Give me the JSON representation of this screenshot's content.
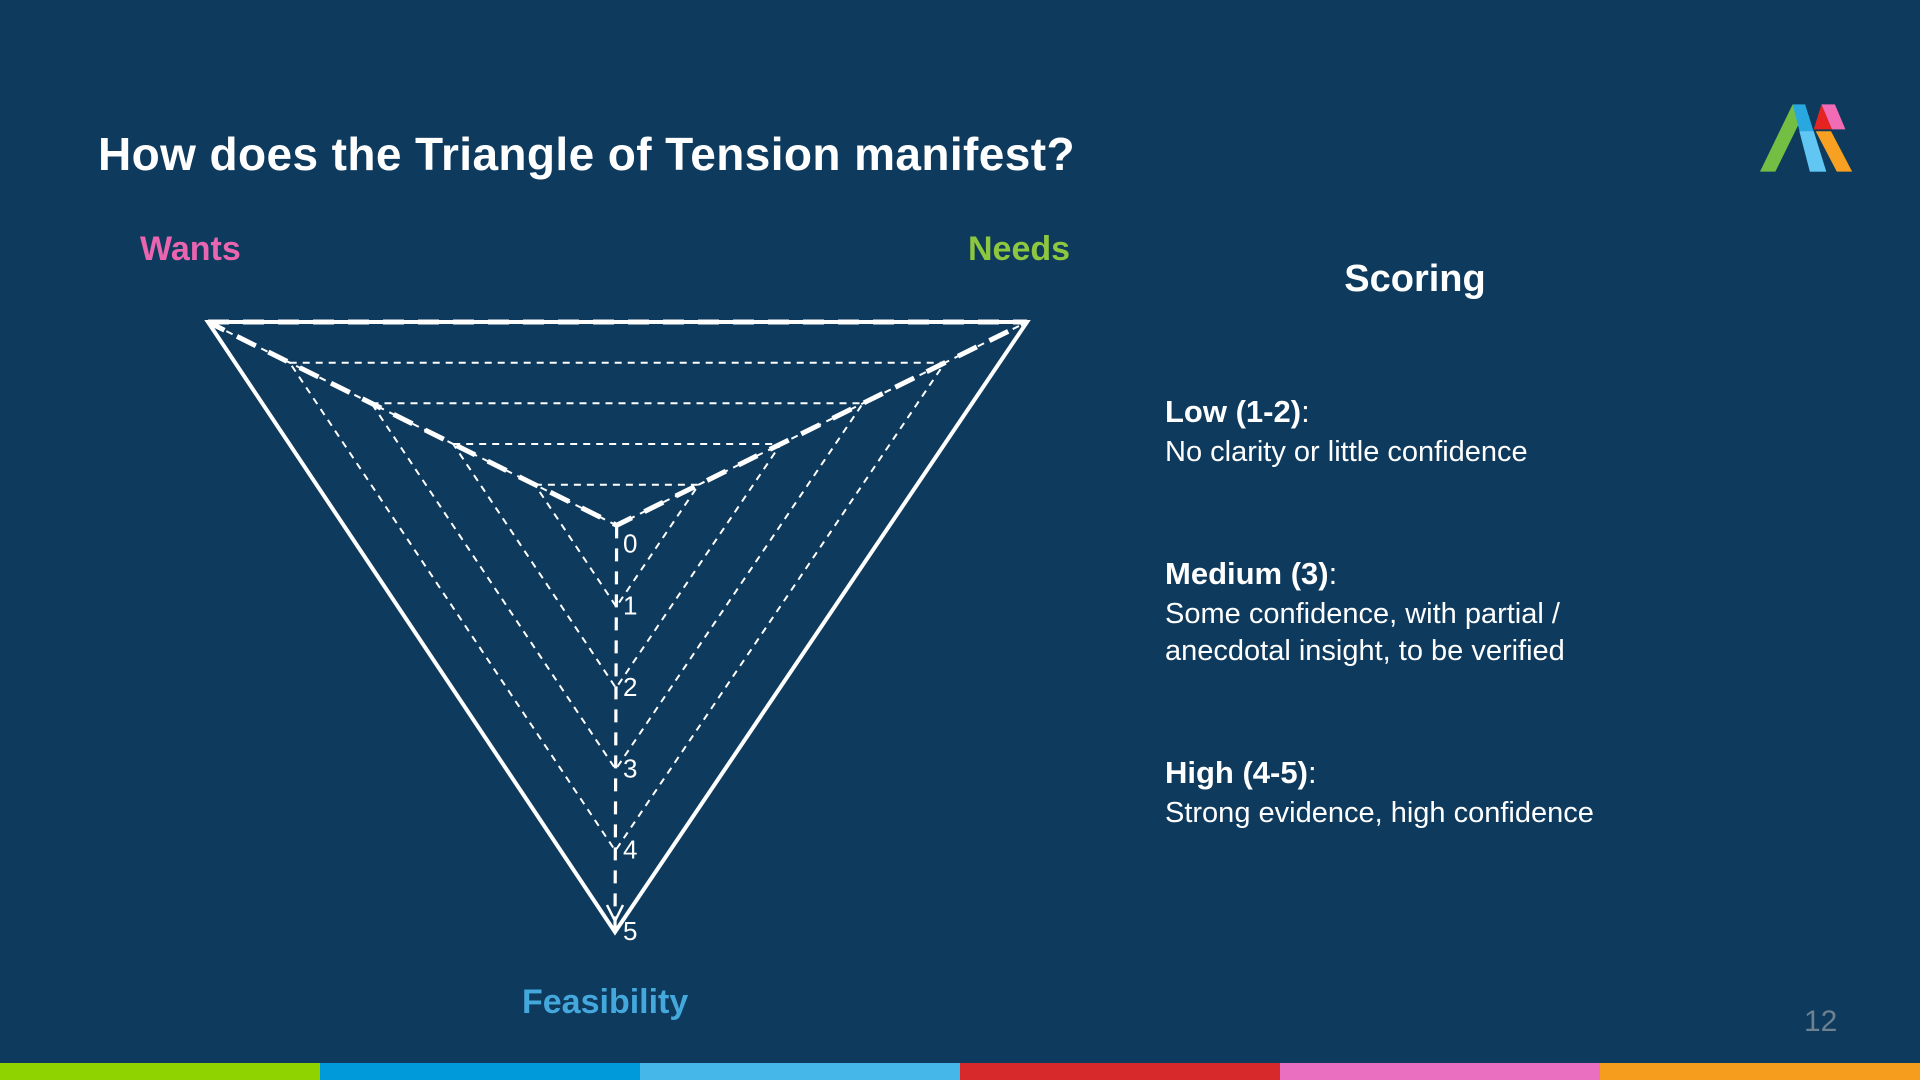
{
  "slide": {
    "title": "How does the Triangle of Tension manifest?",
    "page_number": "12",
    "background_color": "#0e3a5d"
  },
  "logo": {
    "alt": "AK logo",
    "colors": {
      "green": "#72bf44",
      "blue": "#29a8e0",
      "light_blue": "#62c6f2",
      "pink": "#f16bb5",
      "red": "#e52320",
      "orange": "#f7a021"
    }
  },
  "chart_data": {
    "type": "radar",
    "shape": "inverted-triangle",
    "axes": [
      {
        "label": "Wants",
        "color": "#ea65b0",
        "position": "top-left"
      },
      {
        "label": "Needs",
        "color": "#8dc63f",
        "position": "top-right"
      },
      {
        "label": "Feasibility",
        "color": "#44a8dd",
        "position": "bottom"
      }
    ],
    "scale_min": 0,
    "scale_max": 5,
    "ticks": [
      0,
      1,
      2,
      3,
      4,
      5
    ],
    "grid_levels": [
      1,
      2,
      3,
      4
    ],
    "grid_style": "dashed",
    "outer_style": "solid",
    "line_color": "#ffffff",
    "tick_label_color": "#ffffff",
    "series": [
      {
        "name": "tension-shape",
        "style": "bold-dashed",
        "values": [
          5,
          5,
          0
        ]
      }
    ]
  },
  "scoring": {
    "heading": "Scoring",
    "colon": ":",
    "items": [
      {
        "label": "Low (1-2)",
        "description": "No clarity or little confidence"
      },
      {
        "label": "Medium (3)",
        "description": "Some confidence, with partial / anecdotal insight, to be verified"
      },
      {
        "label": "High (4-5)",
        "description": "Strong evidence, high confidence"
      }
    ]
  },
  "footer": {
    "bar_colors": [
      "#8fd400",
      "#0099da",
      "#45b7e8",
      "#d7282b",
      "#ea6fc0",
      "#f79d1e"
    ]
  }
}
